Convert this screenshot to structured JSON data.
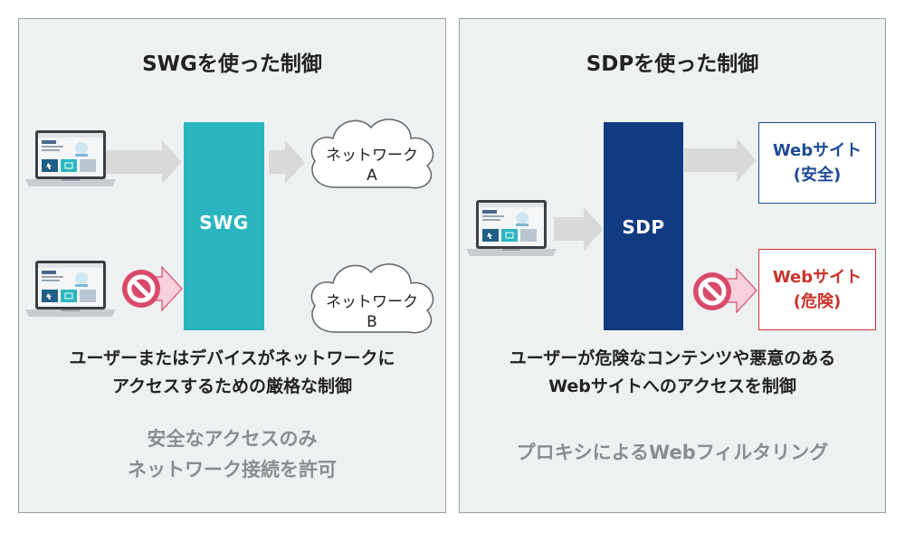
{
  "colors": {
    "panel_bg": "#eef1f2",
    "panel_border": "#9aa0a4",
    "swg_teal": "#2bb6bf",
    "sdp_navy": "#113a80",
    "safe_blue": "#1e4a96",
    "danger_red": "#c8342c",
    "block_pink": "#d94a6a",
    "arrow_gray": "#d9d9d9"
  },
  "left": {
    "title": "SWGを使った制御",
    "bar_label": "SWG",
    "network_a": {
      "line1": "ネットワーク",
      "line2": "A"
    },
    "network_b": {
      "line1": "ネットワーク",
      "line2": "B"
    },
    "description": {
      "line1": "ユーザーまたはデバイスがネットワークに",
      "line2": "アクセスするための厳格な制御"
    },
    "subtitle": {
      "line1": "安全なアクセスのみ",
      "line2": "ネットワーク接続を許可"
    }
  },
  "right": {
    "title": "SDPを使った制御",
    "bar_label": "SDP",
    "safe_site": {
      "line1": "Webサイト",
      "line2": "(安全)"
    },
    "danger_site": {
      "line1": "Webサイト",
      "line2": "(危険)"
    },
    "description": {
      "line1": "ユーザーが危険なコンテンツや悪意のある",
      "line2": "Webサイトへのアクセスを制御"
    },
    "subtitle": "プロキシによるWebフィルタリング"
  },
  "icons": [
    "laptop-icon",
    "cloud-icon",
    "prohibited-icon",
    "arrow-icon"
  ]
}
